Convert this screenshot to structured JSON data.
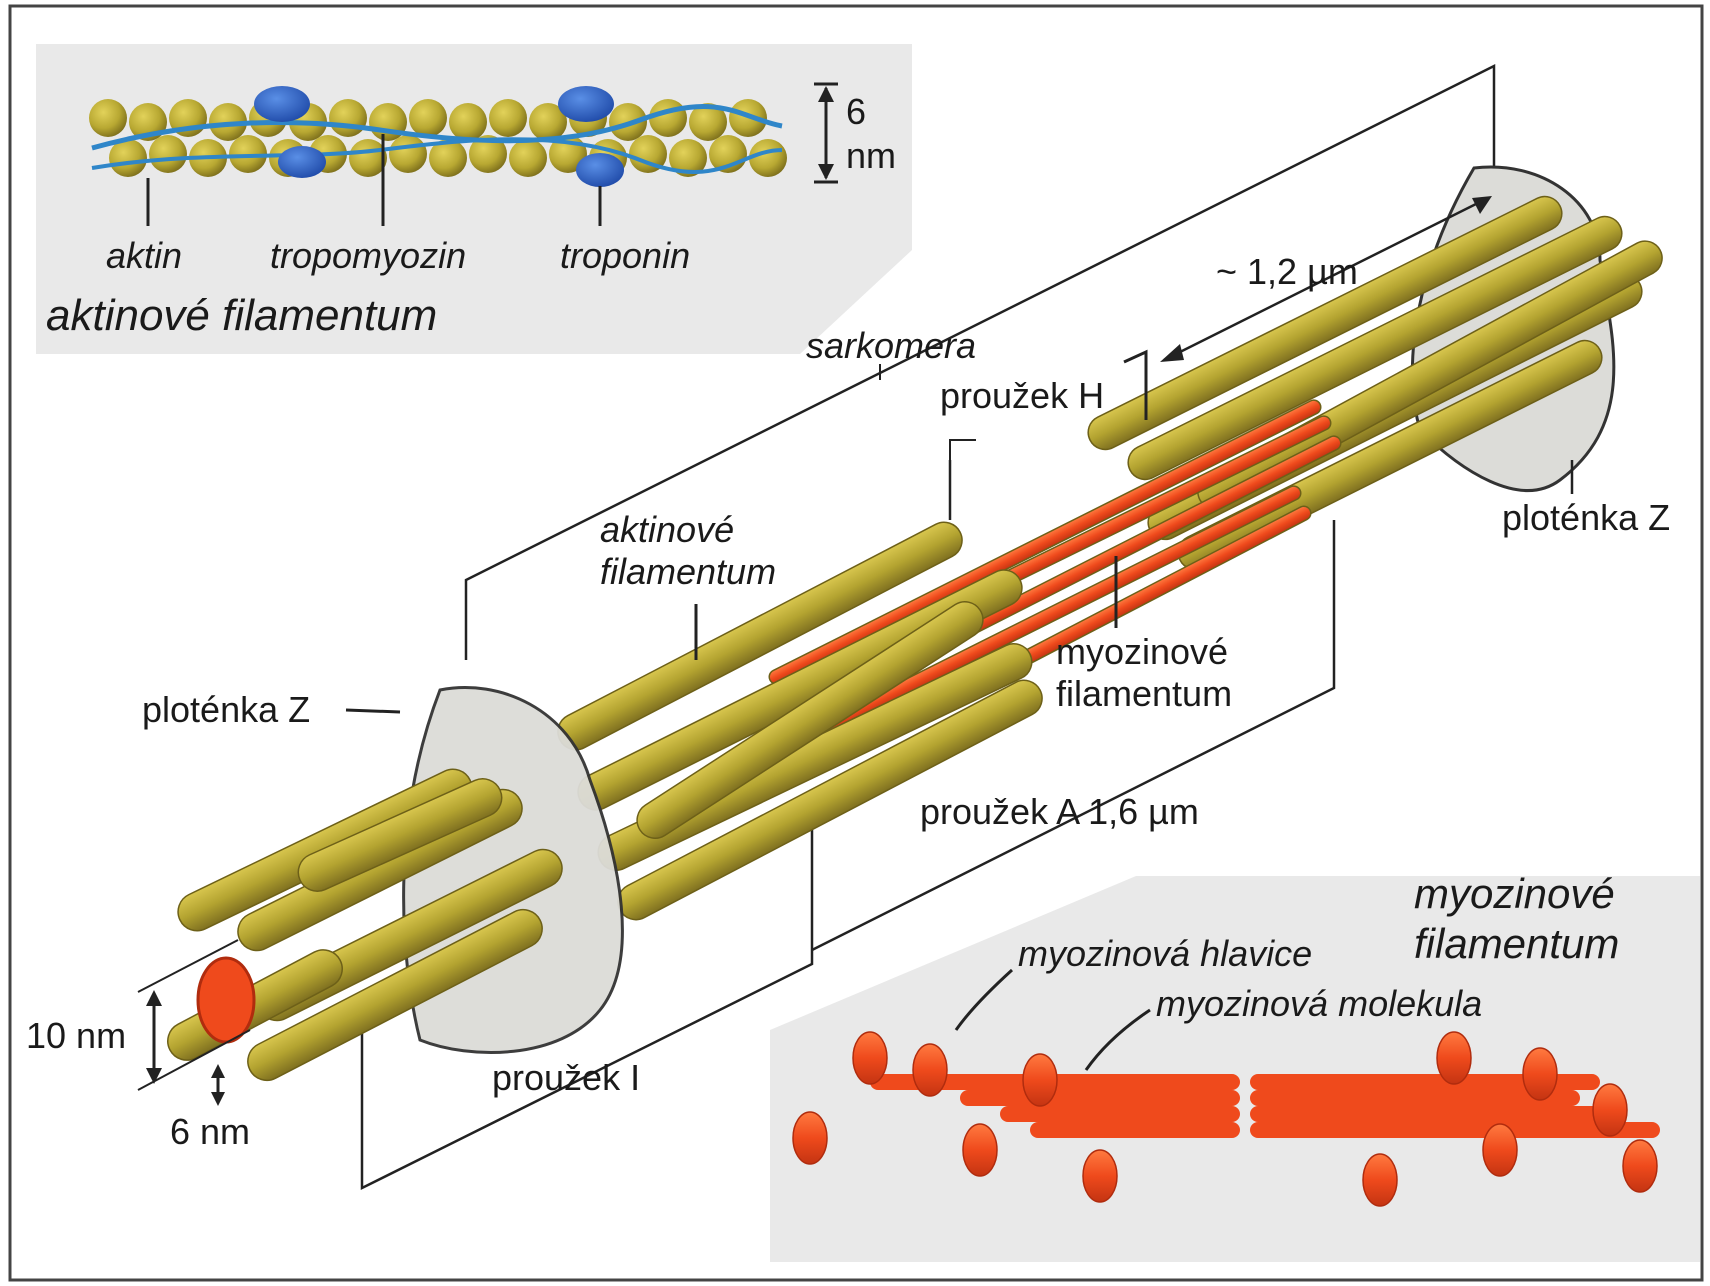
{
  "inset_actin": {
    "labels": {
      "actin": "aktin",
      "tropomyosin": "tropomyozin",
      "troponin": "troponin"
    },
    "title": "aktinové filamentum",
    "dimension": {
      "value": "6",
      "unit": "nm"
    }
  },
  "main": {
    "sarcomere": "sarkomera",
    "length_sarcomere": "~ 1,2 µm",
    "h_band": "proužek H",
    "z_disc_right": "ploténka Z",
    "z_disc_left": "ploténka Z",
    "actin_filament": [
      "aktinové",
      "filamentum"
    ],
    "myosin_filament": [
      "myozinové",
      "filamentum"
    ],
    "a_band": "proužek A 1,6 µm",
    "i_band": "proužek I",
    "dim_10nm": "10 nm",
    "dim_6nm": "6 nm"
  },
  "inset_myosin": {
    "title": [
      "myozinové",
      "filamentum"
    ],
    "head": "myozinová hlavice",
    "molecule": "myozinová molekula"
  },
  "colors": {
    "actin_olive": "#b8a832",
    "actin_dark": "#8a7a1e",
    "myosin_red": "#ef4a1c",
    "troponin_blue": "#2b5fc4",
    "tropomyosin_blue": "#2f86c9",
    "disc_gray": "#dcdcd8",
    "inset_bg": "#e9e9e9"
  }
}
